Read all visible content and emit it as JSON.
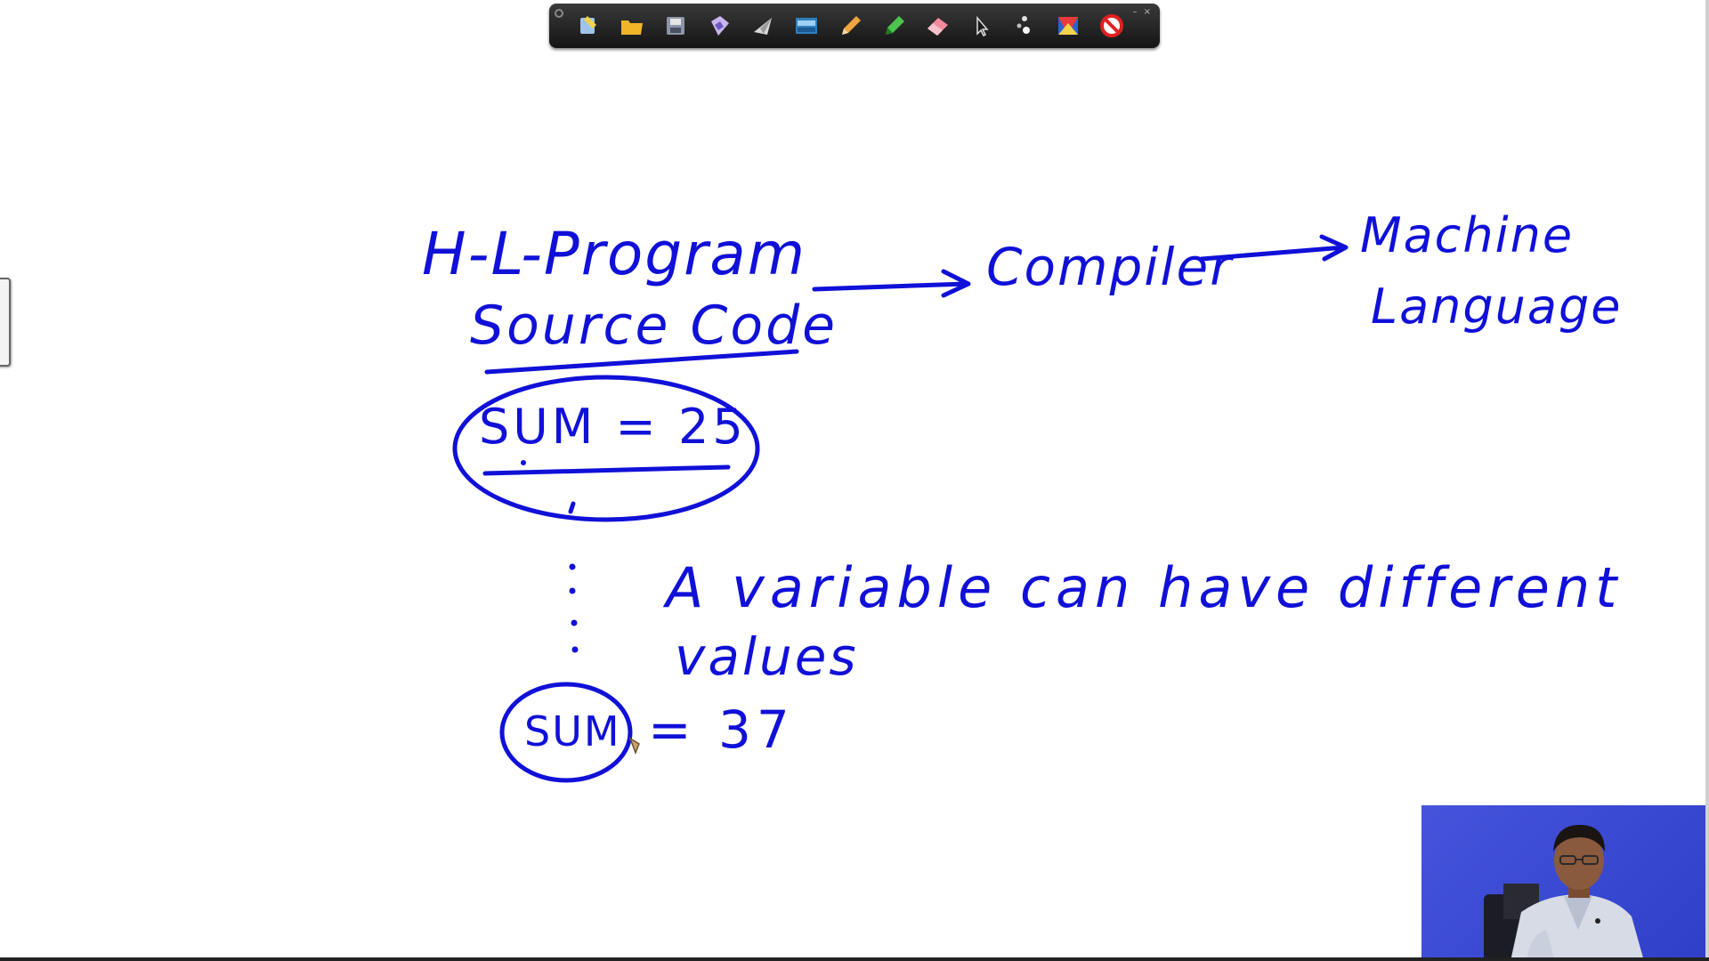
{
  "toolbar": {
    "tools": [
      {
        "name": "pen-tool-icon",
        "color": "#f3d34a"
      },
      {
        "name": "folder-icon",
        "color": "#f0b429"
      },
      {
        "name": "save-icon",
        "color": "#9aa3b5"
      },
      {
        "name": "page-icon",
        "color": "#c9b6f0"
      },
      {
        "name": "send-icon",
        "color": "#d8d8d8"
      },
      {
        "name": "screen-icon",
        "color": "#4aa3e0"
      },
      {
        "name": "pencil-icon",
        "color": "#f0a640"
      },
      {
        "name": "highlighter-icon",
        "color": "#4cc44c"
      },
      {
        "name": "eraser-icon",
        "color": "#f28a9a"
      },
      {
        "name": "pointer-icon",
        "color": "#e0e0e0"
      },
      {
        "name": "laser-dots-icon",
        "color": "#e0e0e0"
      },
      {
        "name": "color-palette-icon",
        "color": "#e83a3a"
      },
      {
        "name": "close-stop-icon",
        "color": "#e02020"
      }
    ]
  },
  "board": {
    "line1": "H-L-Program",
    "line2": "Source Code",
    "compiler": "Compiler",
    "machine1": "Machine",
    "machine2": "Language",
    "sum_assign_1": "SUM = 25",
    "note_line1": "A variable can have different",
    "note_line2": "values",
    "sum_var": "SUM",
    "sum_assign_2": "= 37",
    "ink_color": "#1010d8"
  }
}
